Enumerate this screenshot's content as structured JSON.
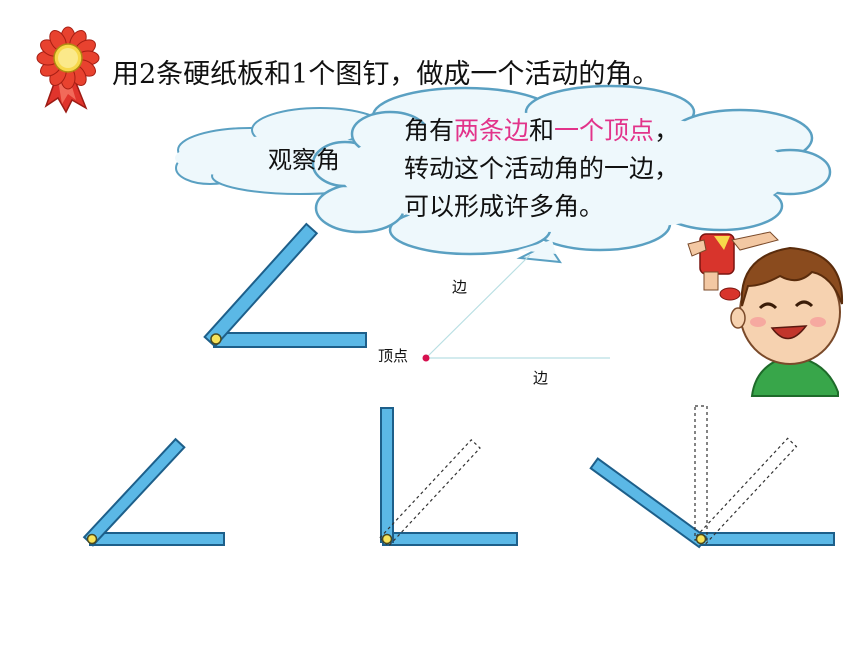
{
  "title": "用2条硬纸板和1个图钉，做成一个活动的角。",
  "back_bubble": {
    "text": "观察角"
  },
  "front_bubble": {
    "line1_prefix": "角有",
    "line1_highlight1": "两条边",
    "line1_middle": "和",
    "line1_highlight2": "一个顶点",
    "line1_suffix": "，",
    "line2": "转动这个活动角的一边，",
    "line3": "可以形成许多角。"
  },
  "diagram_labels": {
    "vertex": "顶点",
    "side_top": "边",
    "side_bottom": "边"
  },
  "colors": {
    "strip_fill": "#5bb8e6",
    "strip_stroke": "#1d5f8a",
    "cloud_fill": "#eef8fc",
    "cloud_stroke": "#5aa0c2",
    "highlight": "#e2338a",
    "vertex_dot": "#d6104f",
    "ribbon_red": "#e0342c"
  },
  "icons": {
    "badge": "rosette-badge-icon",
    "boy": "boy-character-illustration",
    "jumping_kid": "jumping-kid-illustration"
  }
}
